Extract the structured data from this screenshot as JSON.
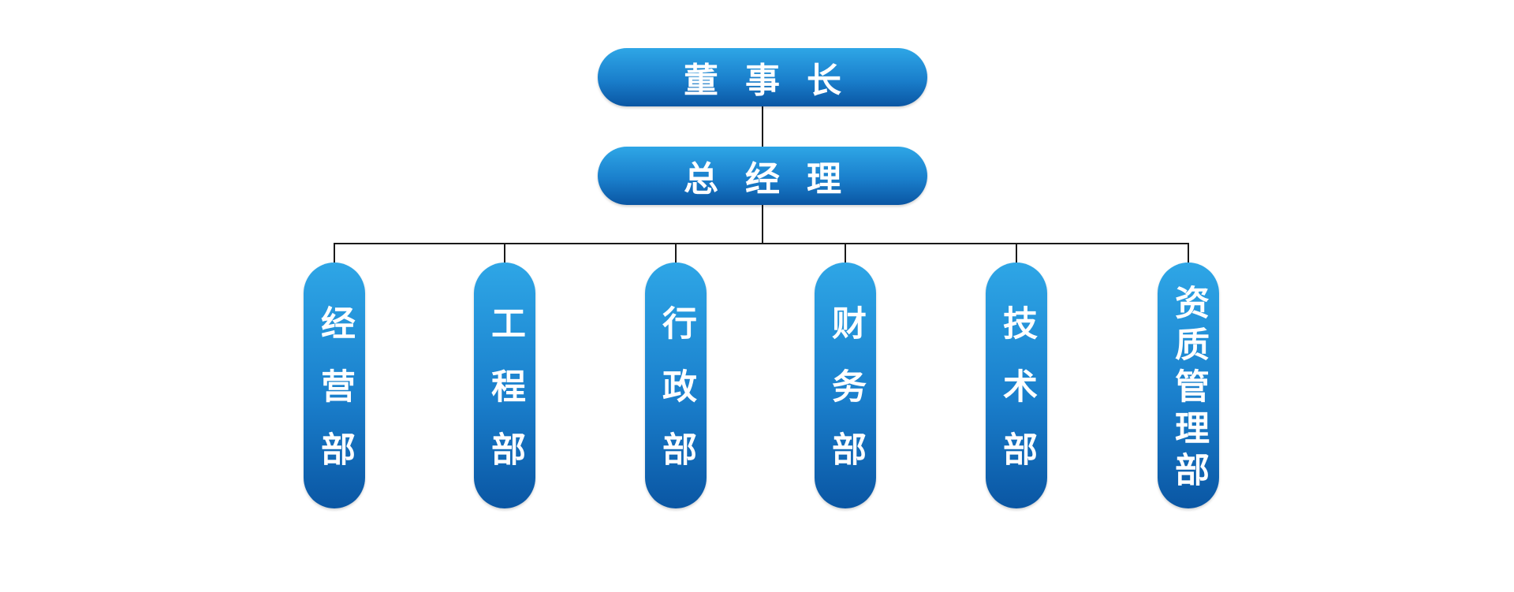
{
  "top": {
    "chairman": "董事长",
    "general_manager": "总经理"
  },
  "departments": [
    "经营部",
    "工程部",
    "行政部",
    "财务部",
    "技术部",
    "资质管理部"
  ],
  "colors": {
    "node_gradient_top": "#2ea6e6",
    "node_gradient_bottom": "#0a56a3",
    "connector": "#1a1a1a",
    "text": "#ffffff"
  }
}
